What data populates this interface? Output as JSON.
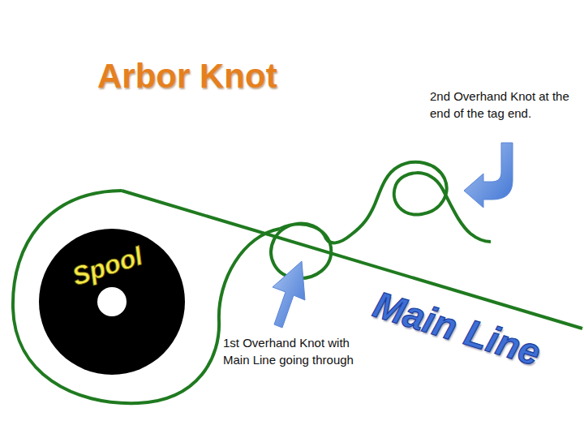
{
  "diagram": {
    "title": "Arbor Knot",
    "nodes": [
      {
        "text": [
          "Spool"
        ]
      }
    ],
    "edges": [],
    "labels": [
      "2nd Overhand Knot at the end of the tag end.",
      "1st Overhand Knot with Main Line going through",
      "Main Line"
    ]
  }
}
